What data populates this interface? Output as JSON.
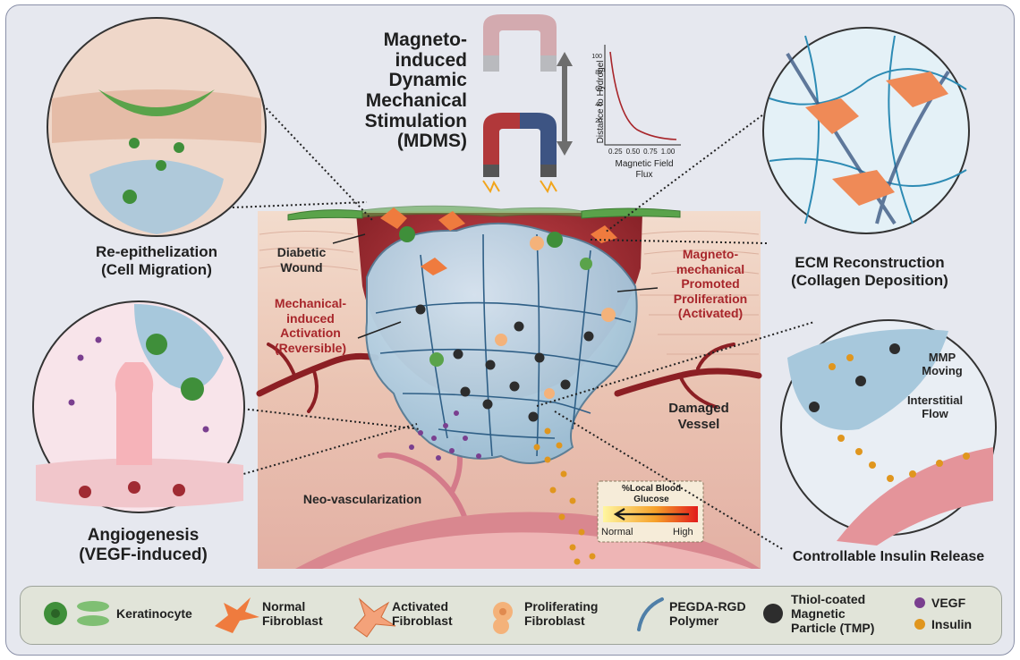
{
  "title": [
    "Magneto-",
    "induced",
    "Dynamic",
    "Mechanical",
    "Stimulation",
    "(MDMS)"
  ],
  "inset_chart": {
    "ylabel": "Distance to Hydrogel",
    "xlabel": [
      "Magnetic Field",
      "Flux"
    ],
    "yticks": [
      "0",
      "20",
      "40",
      "60",
      "80",
      "100"
    ],
    "xticks": [
      "0.25",
      "0.50",
      "0.75",
      "1.00"
    ]
  },
  "labels": {
    "reepi": [
      "Re-epithelization",
      "(Cell Migration)"
    ],
    "ecm": [
      "ECM Reconstruction",
      "(Collagen Deposition)"
    ],
    "angio": [
      "Angiogenesis",
      "(VEGF-induced)"
    ],
    "insulin_release": "Controllable Insulin Release",
    "diabetic_wound": [
      "Diabetic",
      "Wound"
    ],
    "mech_activation": [
      "Mechanical-",
      "induced",
      "Activation",
      "(Reversible)"
    ],
    "mag_prolif": [
      "Magneto-",
      "mechanical",
      "Promoted",
      "Proliferation",
      "(Activated)"
    ],
    "damaged_vessel": [
      "Damaged",
      "Vessel"
    ],
    "neovasc": "Neo-vascularization",
    "mmp_moving": [
      "MMP",
      "Moving"
    ],
    "interstitial_flow": [
      "Interstitial",
      "Flow"
    ]
  },
  "glucose_box": {
    "title": [
      "%Local Blood",
      "Glucose"
    ],
    "low": "Normal",
    "high": "High"
  },
  "legend": {
    "keratinocyte": "Keratinocyte",
    "normal_fibroblast": [
      "Normal",
      "Fibroblast"
    ],
    "activated_fibroblast": [
      "Activated",
      "Fibroblast"
    ],
    "proliferating_fibroblast": [
      "Proliferating",
      "Fibroblast"
    ],
    "polymer": [
      "PEGDA-RGD",
      "Polymer"
    ],
    "tmp": [
      "Thiol-coated",
      "Magnetic",
      "Particle (TMP)"
    ],
    "vegf": "VEGF",
    "insulin": "Insulin"
  },
  "colors": {
    "wound_red": "#a82c2c",
    "label_red": "#a8262b",
    "hydrogel_blue": "#9fc4da",
    "keratinocyte_green": "#3f8f3a",
    "fibroblast_orange": "#ef7b3e",
    "vegf_purple": "#7a3f8f",
    "insulin_orange": "#e0961e",
    "particle_black": "#2d2d2d",
    "magnet_red": "#b1383a",
    "magnet_blue": "#3d5483"
  }
}
